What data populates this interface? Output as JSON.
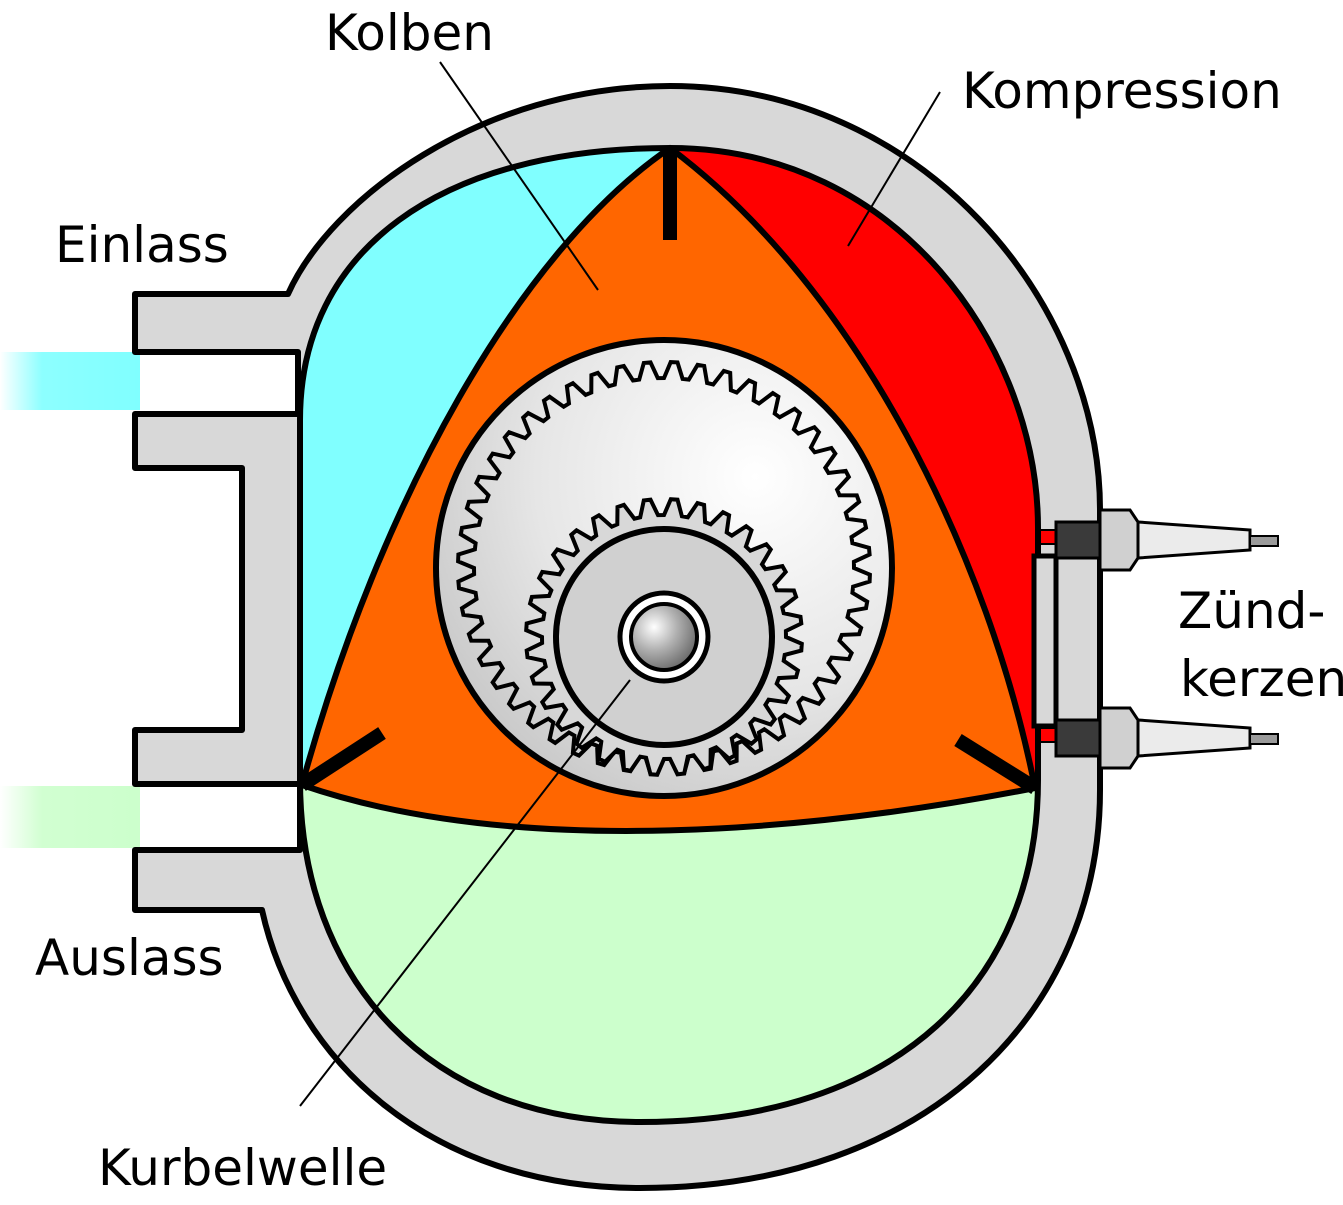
{
  "labels": {
    "kolben": "Kolben",
    "kompression": "Kompression",
    "einlass": "Einlass",
    "zuendkerzen_line1": "Zünd-",
    "zuendkerzen_line2": "kerzen",
    "auslass": "Auslass",
    "kurbelwelle": "Kurbelwelle"
  },
  "colors": {
    "housing": "#d8d8d8",
    "intake": "#80ffff",
    "compression": "#ff0000",
    "rotor": "#ff6600",
    "exhaust": "#ccffcc",
    "outline": "#000000"
  },
  "gears": {
    "internal_gear_teeth": 48,
    "pinion_teeth": 32
  }
}
